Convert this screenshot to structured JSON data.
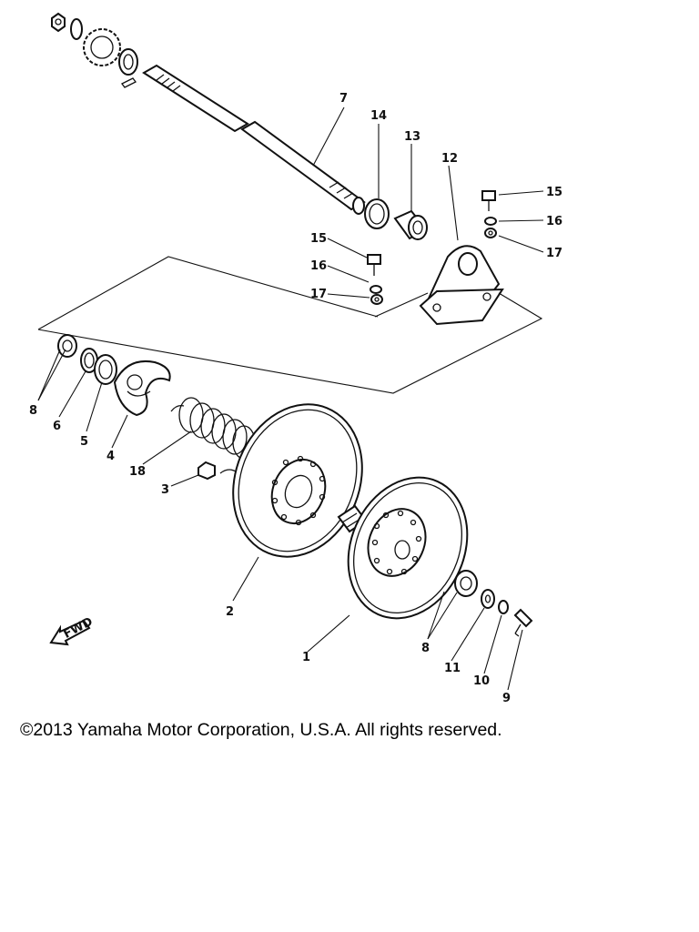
{
  "callouts": {
    "c1": "1",
    "c2": "2",
    "c3": "3",
    "c4": "4",
    "c5": "5",
    "c6": "6",
    "c7": "7",
    "c8a": "8",
    "c8b": "8",
    "c9": "9",
    "c10": "10",
    "c11": "11",
    "c12": "12",
    "c13": "13",
    "c14": "14",
    "c15a": "15",
    "c15b": "15",
    "c16a": "16",
    "c16b": "16",
    "c17a": "17",
    "c17b": "17",
    "c18": "18"
  },
  "fwd_label": "FWD",
  "copyright": "©2013 Yamaha Motor Corporation, U.S.A. All rights reserved."
}
